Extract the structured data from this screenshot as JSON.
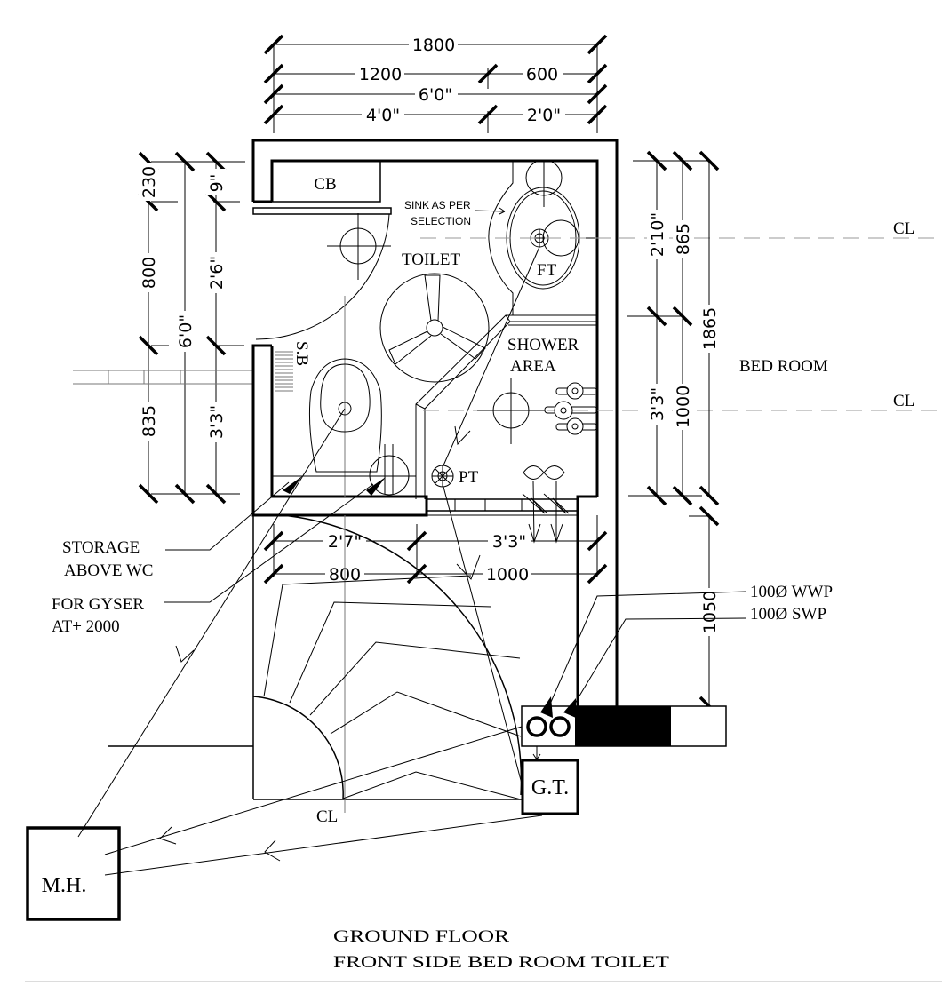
{
  "title": {
    "line1": "GROUND FLOOR",
    "line2": "FRONT SIDE BED ROOM TOILET"
  },
  "dimensions": {
    "top": {
      "overall_mm": "1800",
      "left_mm": "1200",
      "right_mm": "600",
      "overall_ft": "6'0\"",
      "left_ft": "4'0\"",
      "right_ft": "2'0\""
    },
    "left": {
      "seg1_mm": "230",
      "seg2_mm": "800",
      "seg3_mm": "835",
      "overall_ft": "6'0\"",
      "seg1_ft": "9\"",
      "seg2_ft": "2'6\"",
      "seg3_ft": "3'3\""
    },
    "right": {
      "upper_ft": "2'10\"",
      "upper_mm": "865",
      "overall_mm": "1865",
      "lower_ft": "3'3\"",
      "lower_mm": "1000",
      "extension_mm": "1050"
    },
    "bottom": {
      "left_ft": "2'7\"",
      "right_ft": "3'3\"",
      "left_mm": "800",
      "right_mm": "1000"
    }
  },
  "labels": {
    "cb": "CB",
    "sink_note_1": "SINK AS PER",
    "sink_note_2": "SELECTION",
    "toilet": "TOILET",
    "ft": "FT",
    "shower_1": "SHOWER",
    "shower_2": "AREA",
    "sb": "S.B",
    "pt": "PT",
    "bed_room": "BED ROOM",
    "cl_upper": "CL",
    "cl_lower": "CL",
    "cl_bottom": "CL",
    "storage_1": "STORAGE",
    "storage_2": "ABOVE WC",
    "gyser_1": "FOR GYSER",
    "gyser_2": "AT+ 2000",
    "wwp": "100Ø WWP",
    "swp": "100Ø SWP",
    "gt": "G.T.",
    "mh": "M.H."
  }
}
